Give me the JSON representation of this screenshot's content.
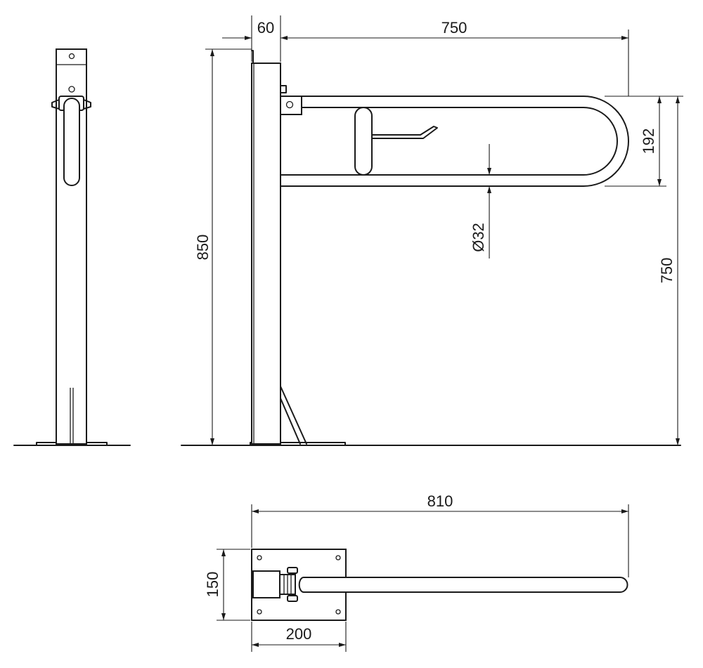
{
  "dimensions": {
    "top_width_60": "60",
    "top_width_750": "750",
    "side_height_850": "850",
    "arm_spacing_192": "192",
    "arm_height_750": "750",
    "tube_diameter": "Ø32",
    "plan_length_810": "810",
    "plate_height_150": "150",
    "plate_width_200": "200"
  },
  "colors": {
    "line": "#1a1a1a",
    "background": "#ffffff"
  }
}
